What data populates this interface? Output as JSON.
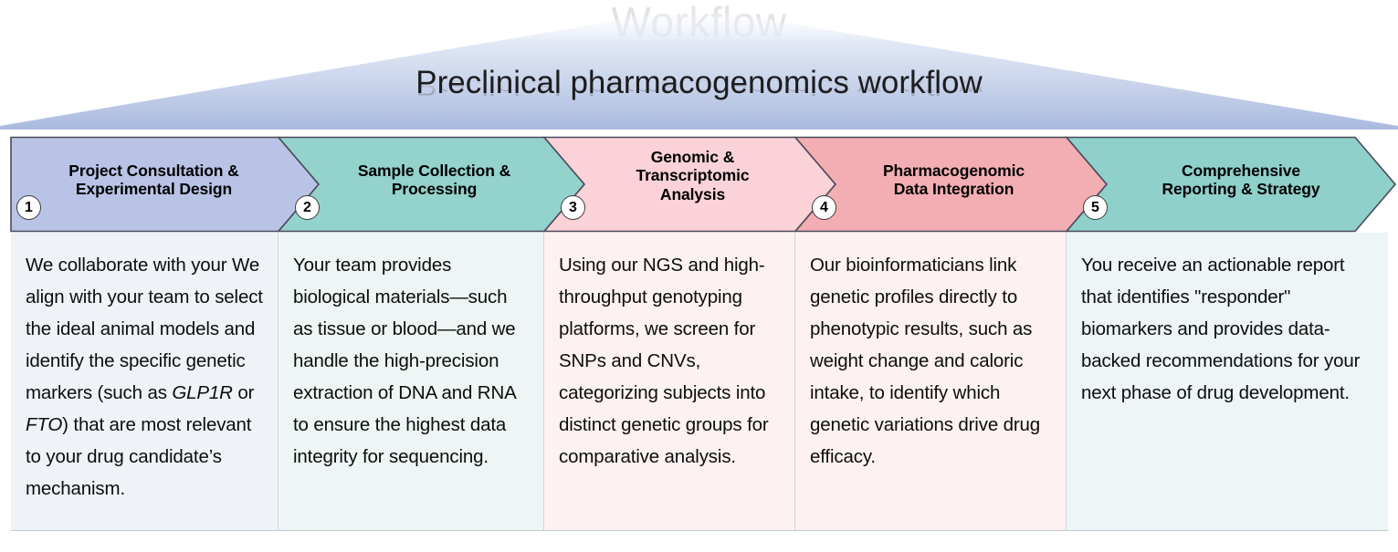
{
  "header": {
    "watermark": "Workflow",
    "title": "Preclinical pharmacogenomics workflow",
    "banner_gradient_from": "#ffffff",
    "banner_gradient_to": "#aabbdf"
  },
  "steps": [
    {
      "number": "1",
      "title_line1": "Project Consultation &",
      "title_line2": "Experimental Design",
      "chevron_color": "#b8c3e6",
      "body_color": "#eff3f8",
      "body_html": "We collaborate with your We align with your team to select the ideal animal models and identify the specific genetic markers (such as <i>GLP1R</i> or <i>FTO</i>) that are most relevant to your drug candidate’s mechanism."
    },
    {
      "number": "2",
      "title_line1": "Sample Collection &",
      "title_line2": "Processing",
      "chevron_color": "#94d2cc",
      "body_color": "#edf6f5",
      "body_html": "Your team provides biological materials—such as tissue or blood—and we handle the high-precision extraction of DNA and RNA to ensure the highest data integrity for sequencing."
    },
    {
      "number": "3",
      "title_line1": "Genomic &",
      "title_line2": "Transcriptomic",
      "title_line3": "Analysis",
      "chevron_color": "#fad2d8",
      "body_color": "#fdf2f1",
      "body_html": "Using our NGS and high-throughput genotyping platforms, we screen for SNPs and CNVs, categorizing subjects into distinct genetic groups for comparative analysis."
    },
    {
      "number": "4",
      "title_line1": "Pharmacogenomic",
      "title_line2": "Data Integration",
      "chevron_color": "#f2aeb3",
      "body_color": "#fdf2f1",
      "body_html": "Our bioinformaticians link genetic profiles directly to phenotypic results, such as weight change and caloric intake, to identify which genetic variations drive drug efficacy."
    },
    {
      "number": "5",
      "title_line1": "Comprehensive",
      "title_line2": "Reporting & Strategy",
      "chevron_color": "#8fd0cb",
      "body_color": "#edf5f6",
      "body_html": "You receive an actionable report that identifies \"responder\" biomarkers and provides data-backed recommendations for your next phase of drug development."
    }
  ],
  "style": {
    "chevron_stroke": "#4a4a5a",
    "text_color": "#0d0d0d"
  }
}
